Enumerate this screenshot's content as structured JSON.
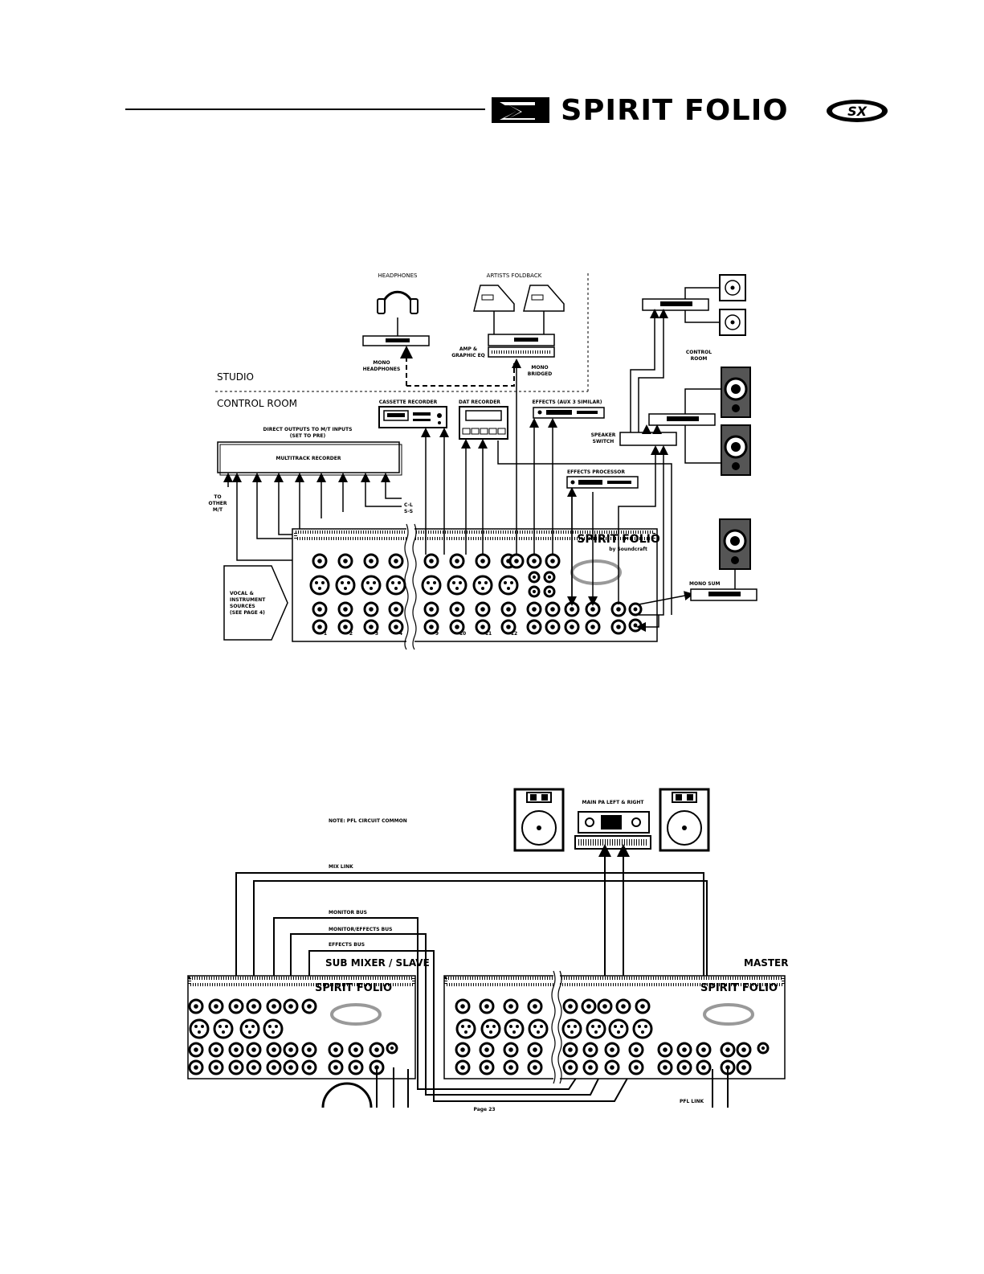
{
  "header": {
    "brand_title": "SPIRIT FOLIO",
    "brand_badge": "SX",
    "brand_logo_icon": "soundcraft-logo-icon"
  },
  "diagram1": {
    "labels": {
      "headphones": "HEADPHONES",
      "artists_foldback": "ARTISTS FOLDBACK",
      "studio": "STUDIO",
      "control_room": "CONTROL ROOM",
      "mono_headphones_1": "MONO",
      "mono_headphones_2": "HEADPHONES",
      "amp_eq_1": "AMP &",
      "amp_eq_2": "GRAPHIC EQ",
      "mono_bridged_1": "MONO",
      "mono_bridged_2": "BRIDGED",
      "cassette_recorder": "CASSETTE RECORDER",
      "dat_recorder": "DAT RECORDER",
      "effects_aux": "EFFECTS (AUX 3 SIMILAR)",
      "speaker_switch_1": "SPEAKER",
      "speaker_switch_2": "SWITCH",
      "control_room_right_1": "CONTROL",
      "control_room_right_2": "ROOM",
      "direct_outputs_1": "DIRECT OUTPUTS TO M/T INPUTS",
      "direct_outputs_2": "(SET TO PRE)",
      "multitrack_recorder": "MULTITRACK RECORDER",
      "effects_processor": "EFFECTS PROCESSOR",
      "to_other_mt_1": "TO",
      "to_other_mt_2": "OTHER",
      "to_other_mt_3": "M/T",
      "c_l": "C-L",
      "s_s": "S-S",
      "vocal_1": "VOCAL &",
      "vocal_2": "INSTRUMENT",
      "vocal_3": "SOURCES",
      "vocal_4": "(SEE PAGE 4)",
      "mixer_brand": "SPIRIT FOLIO",
      "mixer_sub": "by Soundcraft",
      "mono_sum": "MONO SUM",
      "channel_numbers": [
        "1",
        "2",
        "3",
        "4",
        "9",
        "10",
        "11",
        "12"
      ]
    }
  },
  "diagram2": {
    "labels": {
      "main_pa": "MAIN PA LEFT & RIGHT",
      "note": "NOTE: PFL CIRCUIT COMMON",
      "mix_link": "MIX LINK",
      "monitor_bus": "MONITOR BUS",
      "monitor_effects_bus": "MONITOR/EFFECTS BUS",
      "effects_bus": "EFFECTS BUS",
      "sub_mixer": "SUB MIXER / SLAVE",
      "master": "MASTER",
      "mixer_brand": "SPIRIT FOLIO",
      "pfl_link": "PFL LINK",
      "page_number": "Page 23"
    }
  }
}
